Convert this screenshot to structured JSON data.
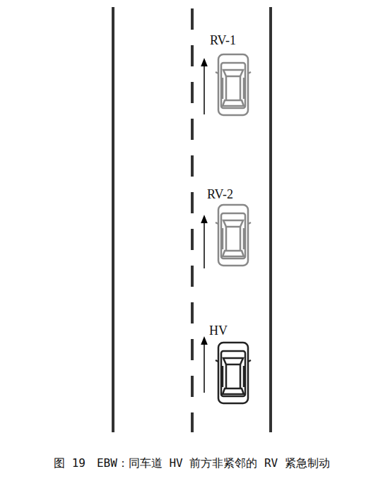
{
  "diagram": {
    "caption": "图 19　EBW：同车道 HV 前方非紧邻的 RV 紧急制动",
    "labels": [
      "RV-1",
      "RV-2",
      "HV"
    ]
  }
}
